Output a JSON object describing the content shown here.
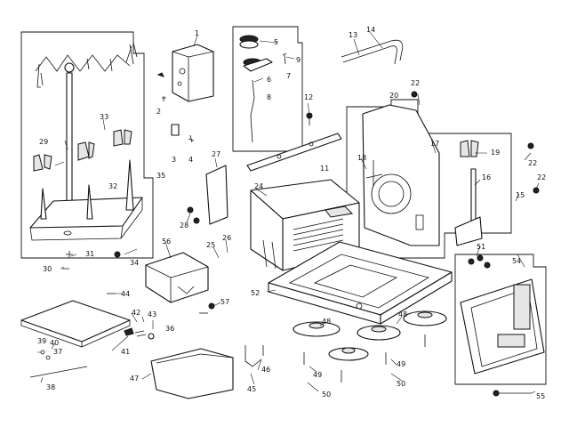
{
  "callouts": [
    "1",
    "2",
    "3",
    "4",
    "5",
    "6",
    "7",
    "8",
    "9",
    "11",
    "12",
    "13",
    "14",
    "15",
    "16",
    "17",
    "18",
    "19",
    "20",
    "22",
    "22",
    "22",
    "24",
    "25",
    "26",
    "27",
    "28",
    "29",
    "30",
    "31",
    "32",
    "33",
    "34",
    "35",
    "36",
    "37",
    "38",
    "39",
    "40",
    "41",
    "42",
    "43",
    "44",
    "45",
    "46",
    "47",
    "48",
    "48",
    "49",
    "49",
    "50",
    "50",
    "51",
    "52",
    "54",
    "55",
    "56",
    "57"
  ]
}
